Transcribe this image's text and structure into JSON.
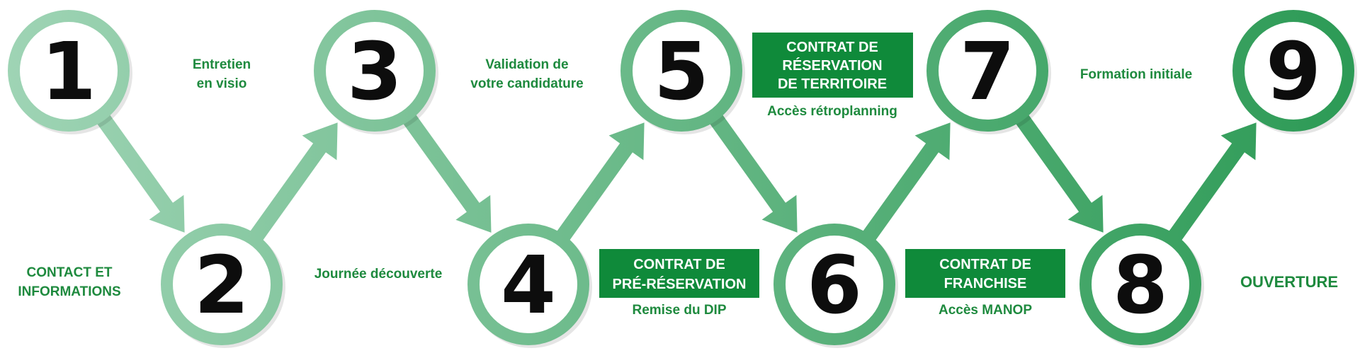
{
  "colors": {
    "green_start": "#9fd4b5",
    "green_end": "#2c9a55",
    "text_green": "#1e8a3e",
    "box_green": "#0f8a3a",
    "number": "#0d0d0d"
  },
  "steps": [
    {
      "number": "1"
    },
    {
      "number": "2"
    },
    {
      "number": "3"
    },
    {
      "number": "4"
    },
    {
      "number": "5"
    },
    {
      "number": "6"
    },
    {
      "number": "7"
    },
    {
      "number": "8"
    },
    {
      "number": "9"
    }
  ],
  "labels": {
    "entretien_line1": "Entretien",
    "entretien_line2": "en visio",
    "contact_line1": "CONTACT ET",
    "contact_line2": "INFORMATIONS",
    "journee": "Journée découverte",
    "validation_line1": "Validation de",
    "validation_line2": "votre candidature",
    "remise": "Remise du DIP",
    "acces_retro": "Accès rétroplanning",
    "acces_manop": "Accès MANOP",
    "formation": "Formation initiale",
    "ouverture": "OUVERTURE"
  },
  "boxes": {
    "pre_reservation_line1": "CONTRAT DE",
    "pre_reservation_line2": "PRÉ-RÉSERVATION",
    "territoire_line1": "CONTRAT DE",
    "territoire_line2": "RÉSERVATION",
    "territoire_line3": "DE TERRITOIRE",
    "franchise_line1": "CONTRAT DE",
    "franchise_line2": "FRANCHISE"
  }
}
